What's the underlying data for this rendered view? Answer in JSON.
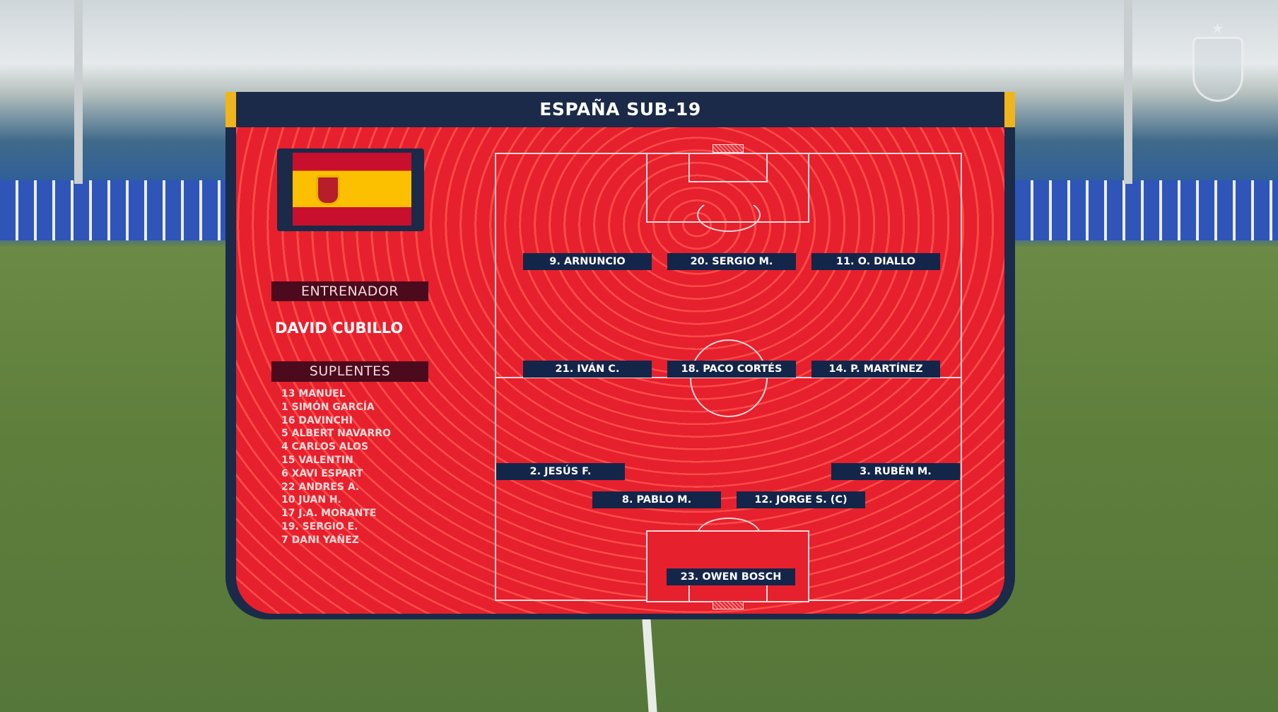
{
  "header": {
    "title": "ESPAÑA SUB-19"
  },
  "coach": {
    "label": "ENTRENADOR",
    "name": "DAVID CUBILLO"
  },
  "substitutes": {
    "label": "SUPLENTES",
    "players": [
      "13 MANUEL",
      "1 SIMÓN GARCÍA",
      "16 DAVINCHI",
      "5 ALBERT NAVARRO",
      "4 CARLOS ALOS",
      "15 VALENTIN",
      "6 XAVI ESPART",
      "22 ANDRES A.",
      "10 JUAN H.",
      "17 J.A. MORANTE",
      "19. SERGIO E.",
      "7 DANI YAÑEZ"
    ]
  },
  "lineup": {
    "forwards": [
      "9. ARNUNCIO",
      "20. SERGIO M.",
      "11. O. DIALLO"
    ],
    "midfielders": [
      "21. IVÁN C.",
      "18. PACO CORTÉS",
      "14. P. MARTÍNEZ"
    ],
    "fullbacks": [
      "2. JESÚS F.",
      "3. RUBÉN M."
    ],
    "centerbacks": [
      "8. PABLO M.",
      "12. JORGE S. (C)"
    ],
    "goalkeeper": "23. OWEN BOSCH"
  },
  "colors": {
    "panel_red": "#e6202d",
    "navy": "#1a2a48",
    "gold": "#f0b51c",
    "label_maroon": "#4b0b1c"
  }
}
